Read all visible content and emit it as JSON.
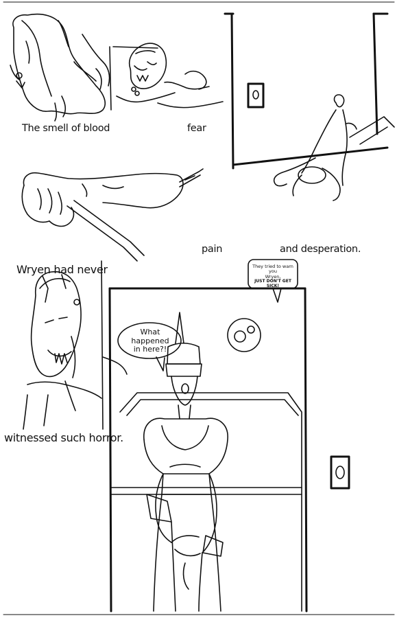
{
  "captions": {
    "smell_of_blood": "The smell of blood",
    "fear": "fear",
    "pain": "pain",
    "desperation": "and desperation.",
    "wryen_had_never": "Wryen had never",
    "witnessed": "witnessed such horror."
  },
  "balloons": {
    "what_happened": [
      "What happened",
      "in here?!"
    ],
    "warning": [
      "They tried to warn you",
      "Wryen,",
      "JUST DON'T GET SICK!"
    ]
  }
}
